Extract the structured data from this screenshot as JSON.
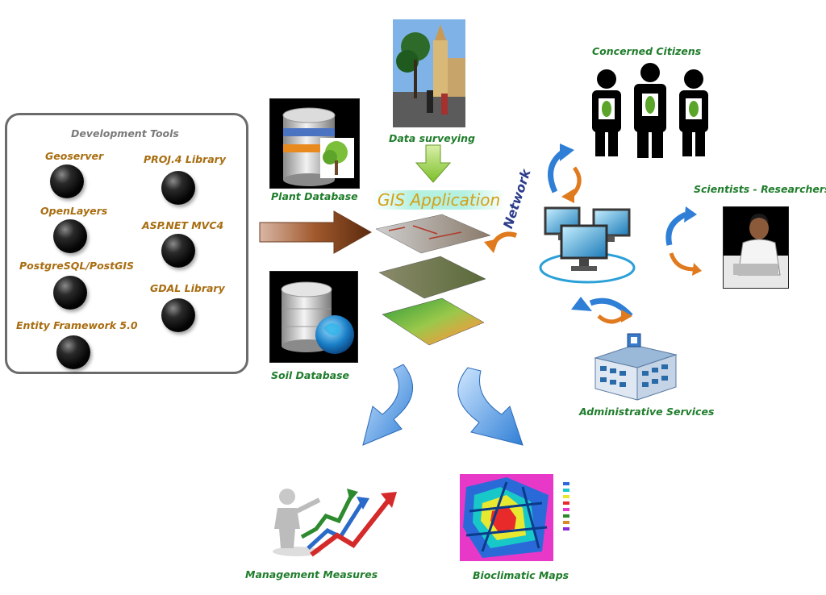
{
  "development_tools": {
    "title": "Development Tools",
    "tools": [
      "Geoserver",
      "PROJ.4 Library",
      "OpenLayers",
      "ASP.NET MVC4",
      "PostgreSQL/PostGIS",
      "GDAL Library",
      "Entity Framework 5.0"
    ]
  },
  "databases": {
    "plant": "Plant Database",
    "soil": "Soil Database"
  },
  "center": {
    "data_surveying": "Data surveying",
    "gis_application": "GIS Application",
    "network": "Network"
  },
  "actors": {
    "concerned_citizens": "Concerned Citizens",
    "scientists": "Scientists - Researchers",
    "administrative_services": "Administrative Services"
  },
  "outputs": {
    "management_measures": "Management Measures",
    "bioclimatic_maps": "Bioclimatic Maps"
  },
  "colors": {
    "label_green": "#1f7d2b",
    "tool_label": "#a86d10",
    "arrow_blue": "#2f7fd6",
    "arrow_orange": "#e07a1e",
    "gis_title": "#d4a017"
  }
}
